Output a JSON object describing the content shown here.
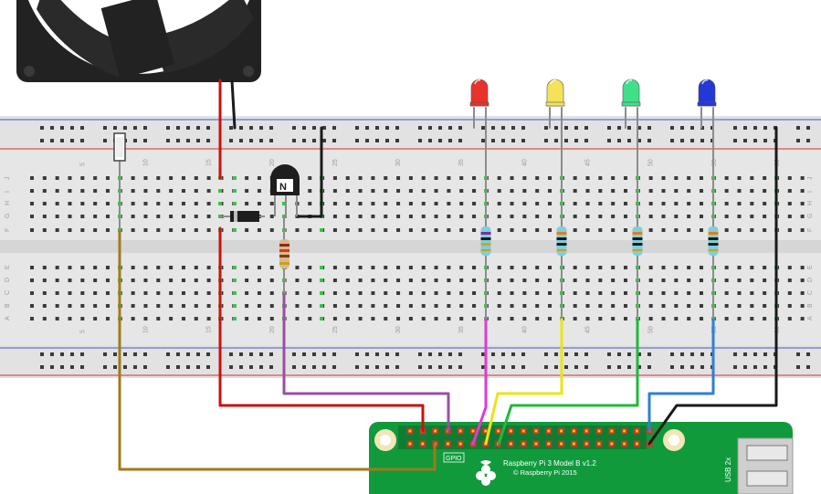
{
  "pi": {
    "gpio_label": "GPIO",
    "model_line": "Raspberry Pi 3 Model B v1.2",
    "copyright_line": "© Raspberry Pi 2015",
    "usb_label": "USB 2x"
  },
  "transistor": {
    "label": "N"
  },
  "breadboard": {
    "column_numbers": [
      "5",
      "10",
      "15",
      "20",
      "25",
      "30",
      "35",
      "40",
      "45",
      "50",
      "55",
      "60"
    ],
    "row_letters_top": [
      "J",
      "I",
      "H",
      "G",
      "F"
    ],
    "row_letters_bottom": [
      "E",
      "D",
      "C",
      "B",
      "A"
    ]
  },
  "leds": [
    {
      "name": "red",
      "color": "#e8322a"
    },
    {
      "name": "yellow",
      "color": "#f3e25a"
    },
    {
      "name": "green",
      "color": "#3fe08a"
    },
    {
      "name": "blue",
      "color": "#2438d8"
    }
  ],
  "wire_colors": {
    "red": "#c8120e",
    "black": "#1a1a1a",
    "brown": "#a07a1c",
    "purple": "#9a50a0",
    "magenta": "#e23ad0",
    "yellow": "#ece318",
    "green": "#22b83a",
    "blue": "#2f7fd6",
    "grey": "#8c8c8c"
  },
  "board_colors": {
    "breadboard": "#e6e6e6",
    "pi_green": "#109a3c",
    "rail_red": "#d3352b",
    "rail_blue": "#4357c6"
  }
}
